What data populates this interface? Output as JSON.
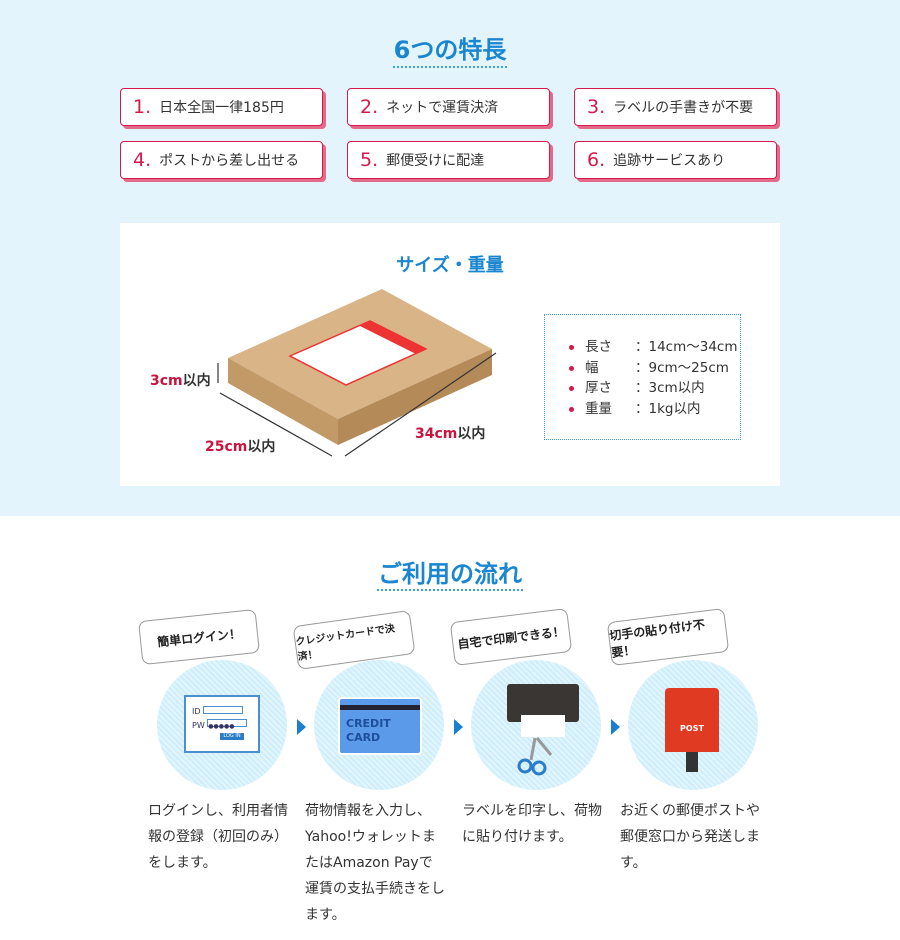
{
  "features": {
    "title": "6つの特長",
    "items": [
      {
        "num": "1.",
        "label": "日本全国一律185円"
      },
      {
        "num": "2.",
        "label": "ネットで運賃決済"
      },
      {
        "num": "3.",
        "label": "ラベルの手書きが不要"
      },
      {
        "num": "4.",
        "label": "ポストから差し出せる"
      },
      {
        "num": "5.",
        "label": "郵便受けに配達"
      },
      {
        "num": "6.",
        "label": "追跡サービスあり"
      }
    ]
  },
  "size": {
    "title": "サイズ・重量",
    "dims": {
      "height_v": "3cm",
      "height_s": "以内",
      "width_v": "25cm",
      "width_s": "以内",
      "length_v": "34cm",
      "length_s": "以内"
    },
    "specs": [
      {
        "k": "長さ",
        "v": "：14cm～34cm"
      },
      {
        "k": "幅",
        "v": "：9cm～25cm"
      },
      {
        "k": "厚さ",
        "v": "：3cm以内"
      },
      {
        "k": "重量",
        "v": "：1kg以内"
      }
    ]
  },
  "flow": {
    "title": "ご利用の流れ",
    "steps": [
      {
        "bubble": "簡単ログイン！",
        "desc": "ログインし、利用者情報の登録（初回のみ）をします。"
      },
      {
        "bubble": "クレジットカードで決済！",
        "desc": "荷物情報を入力し、Yahoo!ウォレットまたはAmazon Payで運賃の支払手続きをします。"
      },
      {
        "bubble": "自宅で印刷できる！",
        "desc": "ラベルを印字し、荷物に貼り付けます。"
      },
      {
        "bubble": "切手の貼り付け不要！",
        "desc": "お近くの郵便ポストや郵便窓口から発送します。"
      }
    ],
    "illust": {
      "login_id": "ID",
      "login_pw": "PW",
      "login_btn": "LOG IN",
      "card_text": "CREDIT CARD",
      "post_text": "POST"
    }
  }
}
